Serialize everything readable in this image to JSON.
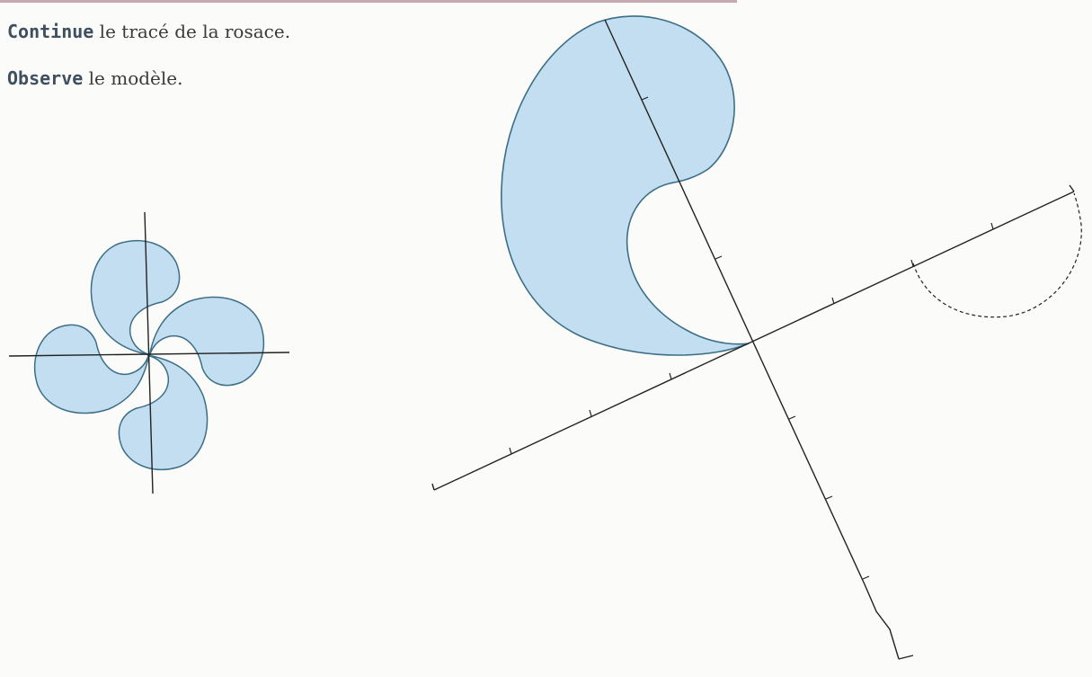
{
  "instructions": [
    {
      "verb": "Continue",
      "rest": " le tracé de la rosace."
    },
    {
      "verb": "Observe",
      "rest": " le modèle."
    }
  ],
  "colors": {
    "fill": "#c2def0",
    "stroke": "#3c6f86",
    "line": "#222222",
    "top_rule": "#c9a9b1"
  }
}
